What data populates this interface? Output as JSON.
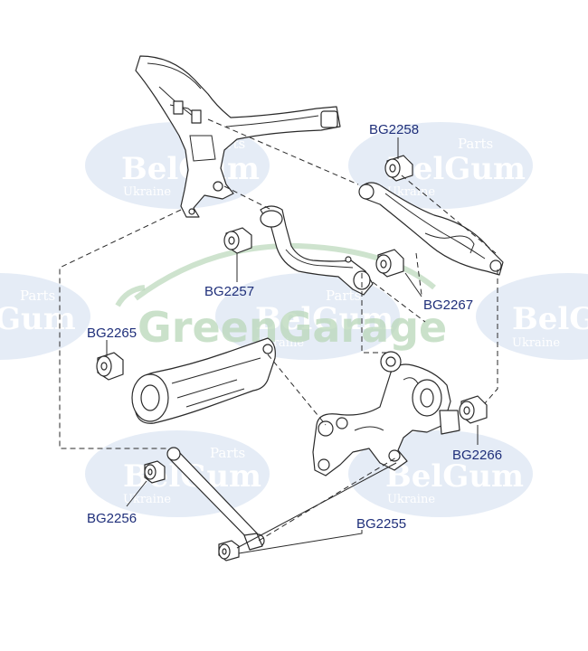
{
  "labels": {
    "bg2258": "BG2258",
    "bg2257": "BG2257",
    "bg2267": "BG2267",
    "bg2265": "BG2265",
    "bg2266": "BG2266",
    "bg2256": "BG2256",
    "bg2255": "BG2255"
  },
  "watermarks": {
    "brand": "BelGum",
    "brand_left_partial": "Gum",
    "brand_right_partial": "BelG",
    "parts": "Parts",
    "country": "Ukraine",
    "garage": "GreenGarage"
  },
  "colors": {
    "label_text": "#1f2f7a",
    "watermark_oval": "#cfdcee",
    "garage_watermark": "#b9d7b9",
    "line_art": "#2a2a2a"
  }
}
